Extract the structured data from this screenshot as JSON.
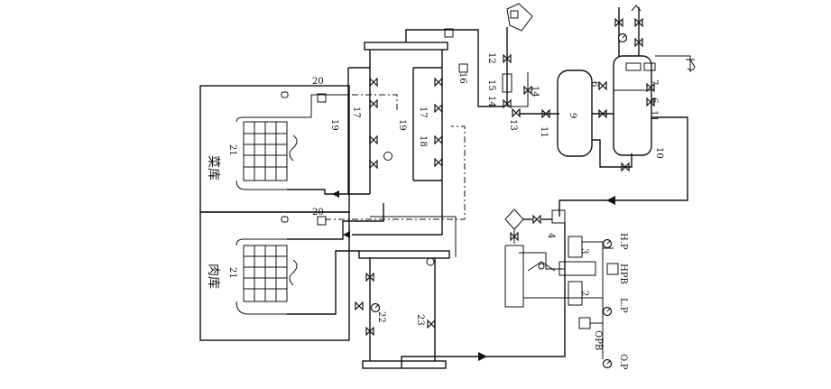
{
  "rooms": {
    "vegetable": "菜库",
    "meat": "肉库"
  },
  "components": {
    "n2": "2",
    "n3": "3",
    "n4": "4",
    "n6a": "6",
    "n6b": "6",
    "n7": "7",
    "n9": "9",
    "n10": "10",
    "n11a": "11",
    "n11b": "11",
    "n12": "12",
    "n13": "13",
    "n14a": "14",
    "n14b": "14",
    "n15": "15",
    "n16": "16",
    "n17a": "17",
    "n17b": "17",
    "n18": "18",
    "n19a": "19",
    "n19b": "19",
    "n20a": "20",
    "n20b": "20",
    "n21a": "21",
    "n21b": "21",
    "n22": "22",
    "n23": "23"
  },
  "instruments": {
    "hp": "H.P",
    "hpb": "HPB",
    "lp": "L.P",
    "opb": "OPB",
    "op": "O.P"
  }
}
